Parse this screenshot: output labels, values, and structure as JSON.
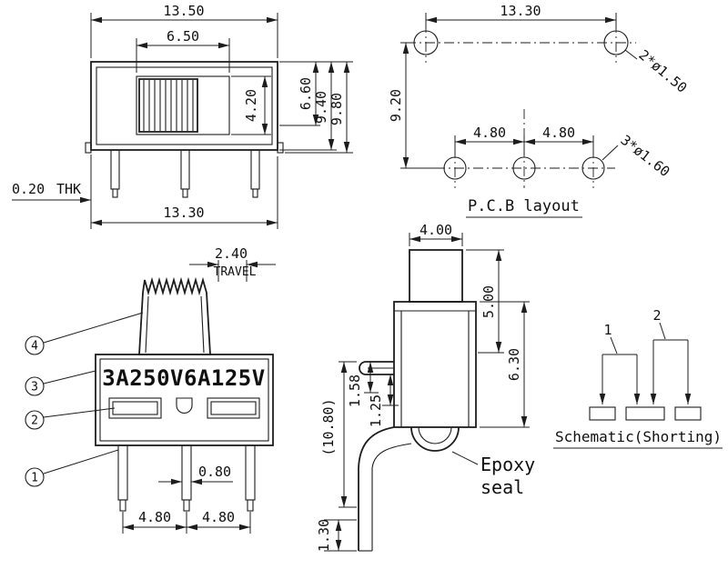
{
  "meta": {
    "type": "engineering-drawing",
    "component": "slide-switch"
  },
  "front_view": {
    "dim_width_top": "13.50",
    "dim_knob_window": "6.50",
    "dim_window_height": "4.20",
    "dim_height_inner": "6.60",
    "dim_height_body": "9.40",
    "dim_height_overall": "9.80",
    "dim_plate_thickness_value": "0.20",
    "dim_plate_thickness_label": "THK",
    "dim_width_bottom": "13.30"
  },
  "pcb_layout": {
    "title": "P.C.B layout",
    "dim_top_hole_span": "13.30",
    "dim_row_spacing": "9.20",
    "dim_pitch_left": "4.80",
    "dim_pitch_right": "4.80",
    "note_top_holes": "2*ø1.50",
    "note_bottom_holes": "3*ø1.60"
  },
  "marking_view": {
    "dim_travel": "2.40",
    "label_travel": "TRAVEL",
    "marking_text": "3A250V6A125V",
    "callout_1": "1",
    "callout_2": "2",
    "callout_3": "3",
    "callout_4": "4",
    "dim_pin_width": "0.80",
    "dim_pin_pitch_left": "4.80",
    "dim_pin_pitch_right": "4.80"
  },
  "side_view": {
    "dim_stem_width": "4.00",
    "dim_stem_height": "5.00",
    "dim_body_height": "6.30",
    "dim_terminal_a": "1.58",
    "dim_terminal_b": "1.25",
    "dim_overall_height": "(10.80)",
    "dim_pin_tip": "1.30",
    "label_epoxy_1": "Epoxy",
    "label_epoxy_2": "seal"
  },
  "schematic": {
    "title": "Schematic(Shorting)",
    "label_pos1": "1",
    "label_pos2": "2"
  }
}
